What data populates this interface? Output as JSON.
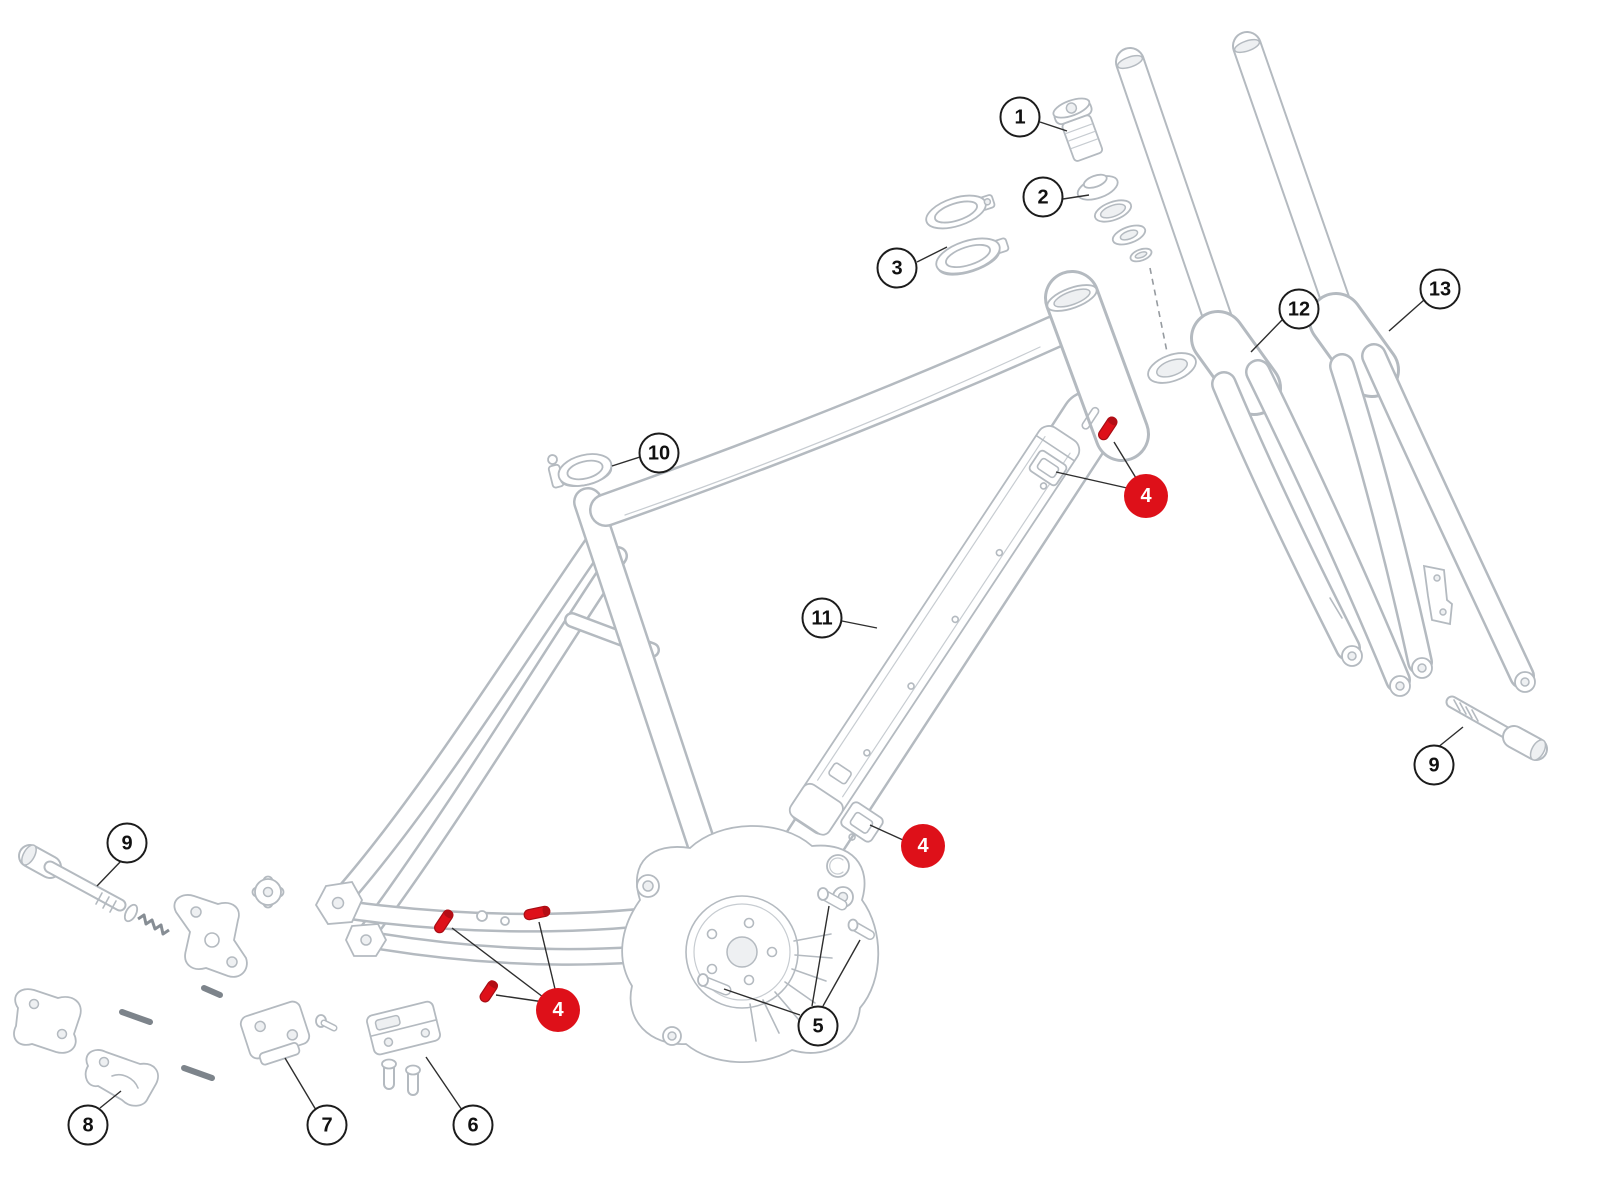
{
  "diagram": {
    "type": "exploded-parts-diagram",
    "subject": "e-bike frameset exploded view",
    "background_color": "#ffffff",
    "line_color": "#b4bac0",
    "leader_color": "#2e2e2e",
    "accent_color": "#de1019",
    "callouts": [
      {
        "label": "1",
        "style": "outline"
      },
      {
        "label": "2",
        "style": "outline"
      },
      {
        "label": "3",
        "style": "outline"
      },
      {
        "label": "10",
        "style": "outline"
      },
      {
        "label": "11",
        "style": "outline"
      },
      {
        "label": "12",
        "style": "outline"
      },
      {
        "label": "13",
        "style": "outline"
      },
      {
        "label": "4",
        "style": "red"
      },
      {
        "label": "4",
        "style": "red"
      },
      {
        "label": "4",
        "style": "red"
      },
      {
        "label": "5",
        "style": "outline"
      },
      {
        "label": "6",
        "style": "outline"
      },
      {
        "label": "7",
        "style": "outline"
      },
      {
        "label": "8",
        "style": "outline"
      },
      {
        "label": "9",
        "style": "outline"
      },
      {
        "label": "9",
        "style": "outline"
      }
    ]
  }
}
